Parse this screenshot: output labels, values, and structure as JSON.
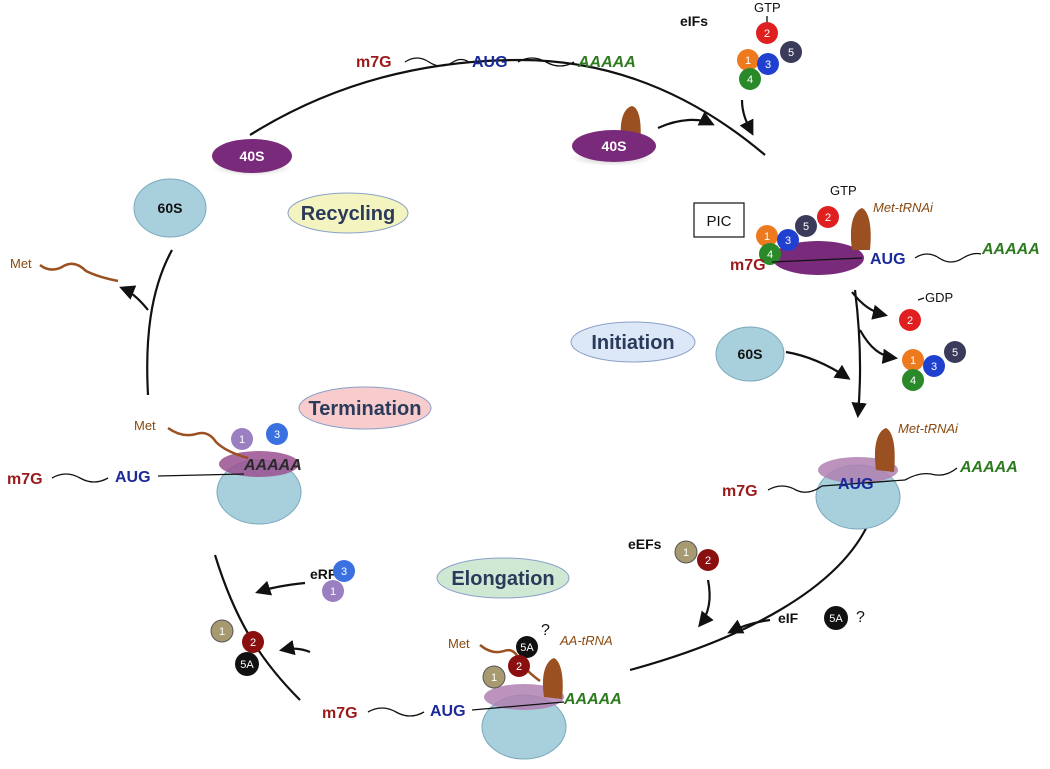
{
  "labels": {
    "cap": "m7G",
    "start_codon": "AUG",
    "polyA": "AAAAA",
    "met": "Met",
    "met_trna": "Met-tRNAi",
    "aa_trna": "AA-tRNA",
    "gtp": "GTP",
    "gdp": "GDP",
    "eifs": "eIFs",
    "eefs": "eEFs",
    "erfs": "eRFs",
    "eif": "eIF",
    "question": "?",
    "pic": "PIC",
    "small_subunit": "40S",
    "large_subunit": "60S"
  },
  "stages": {
    "recycling": "Recycling",
    "initiation": "Initiation",
    "elongation": "Elongation",
    "termination": "Termination"
  },
  "factor_numbers": {
    "n1": "1",
    "n2": "2",
    "n3": "3",
    "n4": "4",
    "n5": "5",
    "n5a": "5A"
  },
  "colors": {
    "cap_red": "#9a1a1a",
    "aug_blue": "#1a2a9a",
    "polyA_green": "#2e7a20",
    "trna_brown": "#9a5020",
    "ribosome_40s": "#7a2a7a",
    "ribosome_60s": "#a8d0dc",
    "recycling_fill": "#f4f4c0",
    "initiation_fill": "#dce8f8",
    "elongation_fill": "#cfe8d4",
    "termination_fill": "#f8cccc"
  }
}
